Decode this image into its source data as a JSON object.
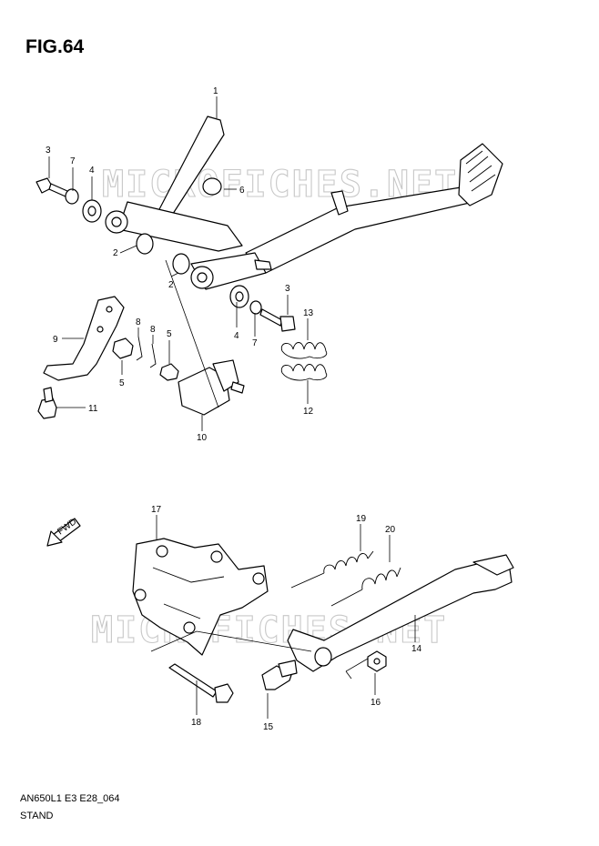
{
  "figure": {
    "title": "FIG.64"
  },
  "footer": {
    "code": "AN650L1 E3 E28_064",
    "name": "STAND"
  },
  "watermark": {
    "text": "MICROFICHES.NET",
    "color": "#c8c8c8"
  },
  "direction_badge": {
    "text": "FWD"
  },
  "callouts": [
    "1",
    "2",
    "2",
    "3",
    "3",
    "4",
    "4",
    "5",
    "5",
    "6",
    "7",
    "7",
    "8",
    "8",
    "9",
    "10",
    "11",
    "12",
    "13",
    "14",
    "15",
    "16",
    "17",
    "18",
    "19",
    "20"
  ],
  "colors": {
    "line": "#000000",
    "background": "#ffffff"
  }
}
